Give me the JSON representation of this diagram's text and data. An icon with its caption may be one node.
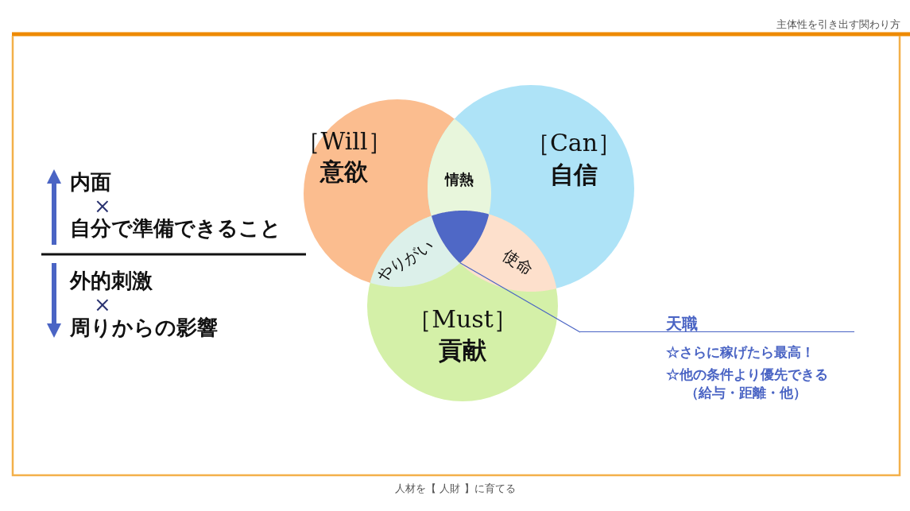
{
  "diagram": {
    "title": "主体性を引き出す関わり方",
    "caption": "人材を【 人財 】に育てる",
    "nodes": [
      {
        "text": [
          "［Will］",
          "意欲"
        ]
      },
      {
        "text": [
          "［Can］",
          "自信"
        ]
      },
      {
        "text": [
          "［Must］",
          "貢献"
        ]
      },
      {
        "text": [
          "情熱"
        ]
      },
      {
        "text": [
          "やりがい"
        ]
      },
      {
        "text": [
          "使命"
        ]
      },
      {
        "text": [],
        "shape": "triangle"
      },
      {
        "text": [
          "天職",
          "☆さらに稼げたら最高！",
          "☆他の条件より優先できる（給与・距離・他）"
        ]
      }
    ],
    "edges": [
      {
        "from": 7,
        "to": 6,
        "arrow": "none"
      }
    ],
    "labels": [
      "内面",
      "×",
      "自分で準備できること",
      "外的刺激",
      "×",
      "周りからの影響"
    ]
  }
}
